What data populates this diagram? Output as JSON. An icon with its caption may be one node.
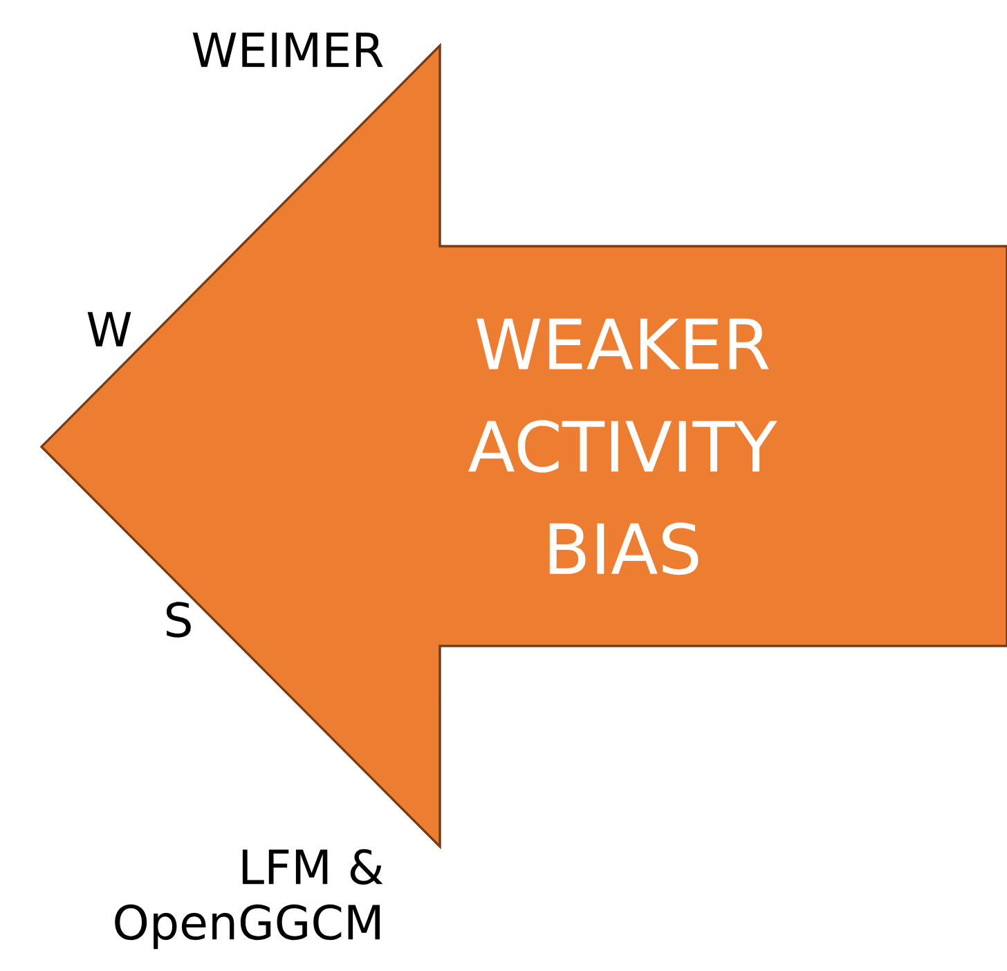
{
  "diagram": {
    "nodes": [
      {
        "text": [
          "WEAKER ACTIVITY BIAS"
        ]
      }
    ],
    "labels": [
      "WEIMER",
      "W",
      "S",
      "LFM & OpenGGCM"
    ]
  }
}
